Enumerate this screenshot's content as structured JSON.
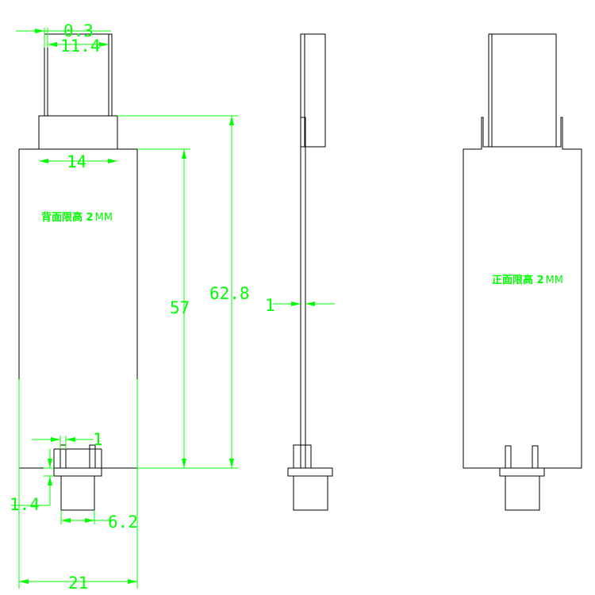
{
  "colors": {
    "outline": "#000000",
    "dimension": "#00ff00",
    "background": "#ffffff"
  },
  "dimensions": {
    "d_0_3": "0.3",
    "d_11_4": "11.4",
    "d_14": "14",
    "d_57": "57",
    "d_62_8": "62.8",
    "d_1_side": "1",
    "d_1_pin": "1",
    "d_1_4": "1.4",
    "d_6_2": "6.2",
    "d_21": "21"
  },
  "notes": {
    "back_label": "背面限高 2",
    "back_unit": "MM",
    "front_label": "正面限高 2",
    "front_unit": "MM"
  }
}
